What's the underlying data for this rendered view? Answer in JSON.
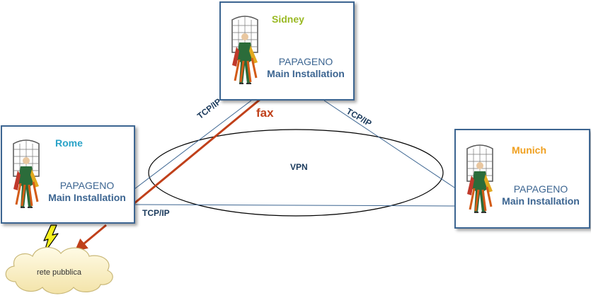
{
  "nodes": {
    "sidney": {
      "city": "Sidney",
      "product": "PAPAGENO",
      "subtitle": "Main Installation",
      "city_color": "#9ab923"
    },
    "rome": {
      "city": "Rome",
      "product": "PAPAGENO",
      "subtitle": "Main Installation",
      "city_color": "#2aa3c8"
    },
    "munich": {
      "city": "Munich",
      "product": "PAPAGENO",
      "subtitle": "Main Installation",
      "city_color": "#f0a020"
    }
  },
  "links": {
    "tcp_left": "TCP/IP",
    "tcp_right": "TCP/IP",
    "tcp_bottom": "TCP/IP",
    "vpn": "VPN",
    "fax": "fax"
  },
  "cloud": {
    "label": "rete pubblica"
  },
  "icons": {
    "node_figure": "papageno-figure-icon",
    "lightning": "lightning-icon",
    "cloud": "cloud-icon"
  },
  "colors": {
    "node_border": "#3c6591",
    "fax_line": "#c0401a",
    "link_line": "#3c6591",
    "lightning": "#f5f01e"
  }
}
